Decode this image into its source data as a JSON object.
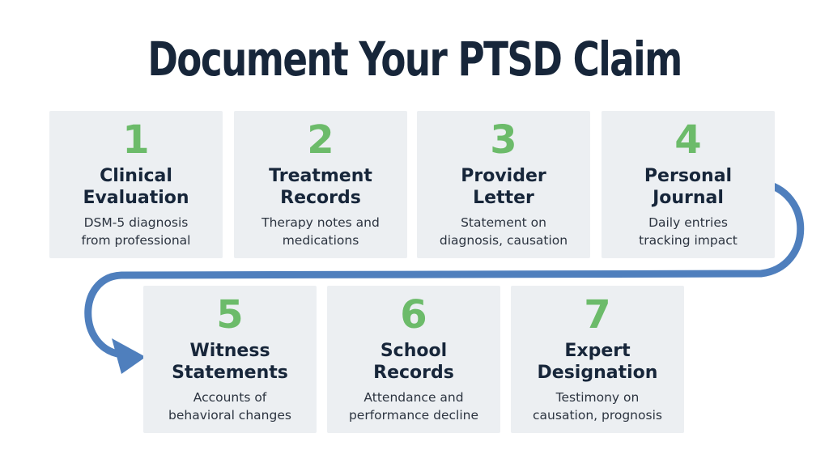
{
  "title": "Document Your PTSD Claim",
  "steps": [
    {
      "number": "1",
      "heading_line1": "Clinical",
      "heading_line2": "Evaluation",
      "desc_line1": "DSM-5 diagnosis",
      "desc_line2": "from professional"
    },
    {
      "number": "2",
      "heading_line1": "Treatment",
      "heading_line2": "Records",
      "desc_line1": "Therapy notes and",
      "desc_line2": "medications"
    },
    {
      "number": "3",
      "heading_line1": "Provider",
      "heading_line2": "Letter",
      "desc_line1": "Statement on",
      "desc_line2": "diagnosis, causation"
    },
    {
      "number": "4",
      "heading_line1": "Personal",
      "heading_line2": "Journal",
      "desc_line1": "Daily entries",
      "desc_line2": "tracking impact"
    },
    {
      "number": "5",
      "heading_line1": "Witness",
      "heading_line2": "Statements",
      "desc_line1": "Accounts of",
      "desc_line2": "behavioral changes"
    },
    {
      "number": "6",
      "heading_line1": "School",
      "heading_line2": "Records",
      "desc_line1": "Attendance and",
      "desc_line2": "performance decline"
    },
    {
      "number": "7",
      "heading_line1": "Expert",
      "heading_line2": "Designation",
      "desc_line1": "Testimony on",
      "desc_line2": "causation, prognosis"
    }
  ],
  "colors": {
    "title": "#17263a",
    "number": "#6cbb6a",
    "card_background": "#eceff2",
    "connector": "#4f7fbd"
  }
}
